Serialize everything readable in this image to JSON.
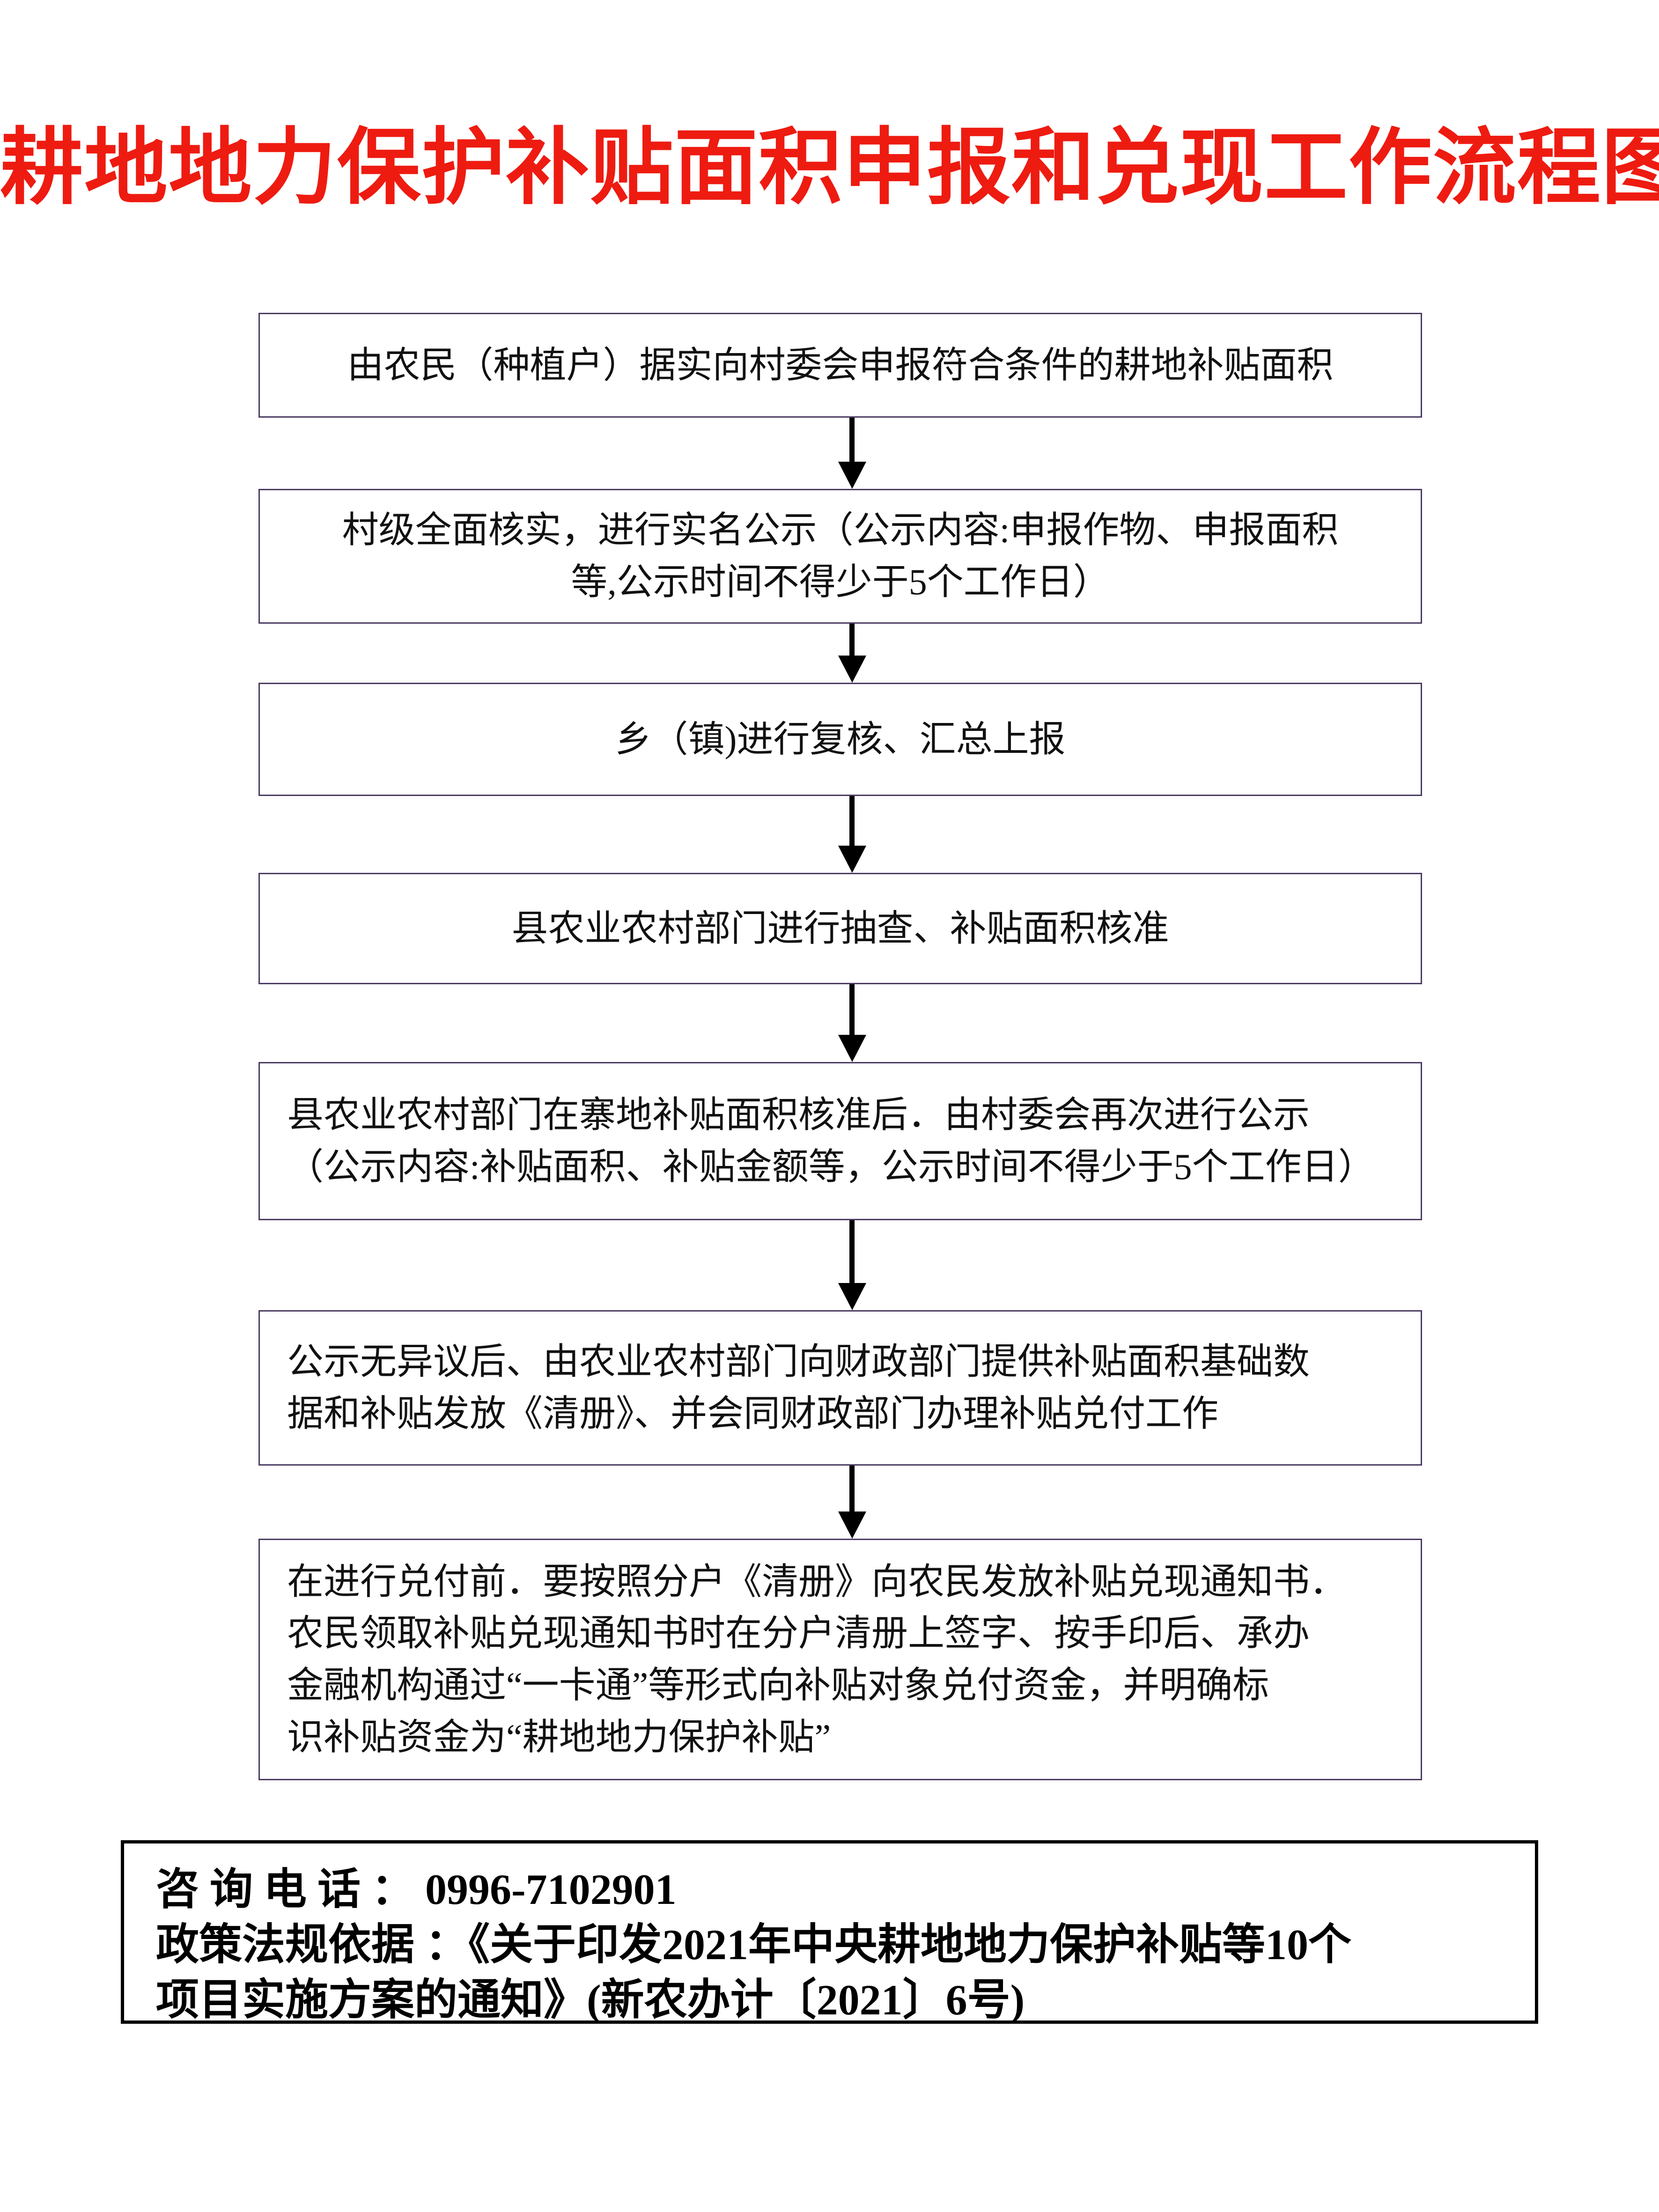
{
  "title": "耕地地力保护补贴面积申报和兑现工作流程图",
  "title_color": "#ee1b11",
  "box_border_color": "#4b3d63",
  "arrow_color": "#000000",
  "flow": {
    "steps": [
      {
        "id": "step-1",
        "align": "center",
        "lines": [
          "由农民（种植户）据实向村委会申报符合条件的耕地补贴面积"
        ]
      },
      {
        "id": "step-2",
        "align": "center",
        "lines": [
          "村级全面核实，进行实名公示（公示内容:申报作物、申报面积",
          "等,公示时间不得少于5个工作日）"
        ]
      },
      {
        "id": "step-3",
        "align": "center",
        "lines": [
          "乡（镇)进行复核、汇总上报"
        ]
      },
      {
        "id": "step-4",
        "align": "center",
        "lines": [
          "县农业农村部门进行抽查、补贴面积核准"
        ]
      },
      {
        "id": "step-5",
        "align": "left",
        "lines": [
          "县农业农村部门在寨地补贴面积核准后．由村委会再次进行公示",
          "（公示内容:补贴面积、补贴金额等，公示时间不得少于5个工作日）"
        ]
      },
      {
        "id": "step-6",
        "align": "left",
        "lines": [
          "公示无异议后、由农业农村部门向财政部门提供补贴面积基础数",
          "据和补贴发放《清册》、并会同财政部门办理补贴兑付工作"
        ]
      },
      {
        "id": "step-7",
        "align": "left",
        "lines": [
          "在进行兑付前．要按照分户《清册》向农民发放补贴兑现通知书．",
          "农民领取补贴兑现通知书时在分户清册上签字、按手印后、承办",
          "金融机构通过“一卡通”等形式向补贴对象兑付资金，并明确标",
          "识补贴资金为“耕地地力保护补贴”"
        ]
      }
    ]
  },
  "footer": {
    "lines": [
      "咨 询 电 话 ： 0996-7102901",
      "政策法规依据 ：《关于印发2021年中央耕地地力保护补贴等10个",
      "项目实施方案的通知》(新农办计〔2021〕6号)"
    ]
  }
}
